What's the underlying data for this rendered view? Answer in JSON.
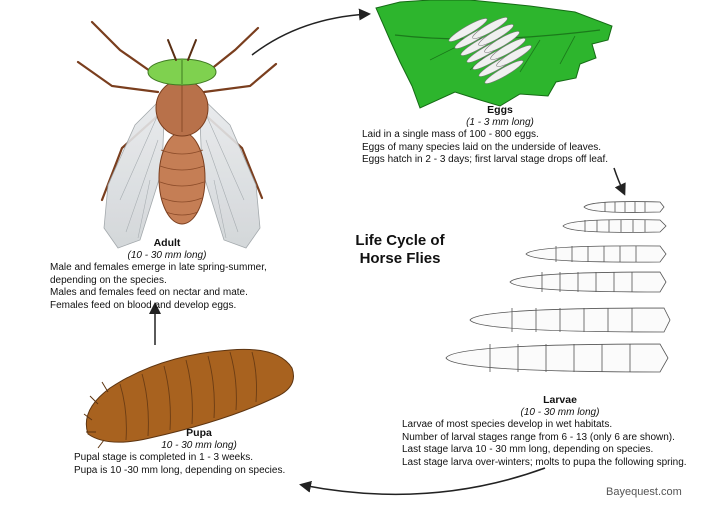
{
  "title": {
    "line1": "Life Cycle of",
    "line2": "Horse Flies"
  },
  "stages": {
    "adult": {
      "name": "Adult",
      "size": "(10 - 30 mm long)",
      "lines": [
        "Male and females emerge in late spring-summer,",
        "depending on the species.",
        "Males and females feed on nectar and mate.",
        "Females feed on blood and develop eggs."
      ]
    },
    "eggs": {
      "name": "Eggs",
      "size": "(1 - 3 mm long)",
      "lines": [
        "Laid in a single mass of 100 - 800 eggs.",
        "Eggs of many species laid on the underside of leaves.",
        "Eggs hatch in 2 - 3 days; first larval stage drops off leaf."
      ]
    },
    "larvae": {
      "name": "Larvae",
      "size": "(10 - 30 mm long)",
      "lines": [
        "Larvae of most species develop in wet habitats.",
        "Number of larval stages range from 6 - 13 (only 6 are shown).",
        "Last stage larva 10 - 30 mm long,  depending on species.",
        "Last stage larva over-winters; molts to pupa the following spring."
      ]
    },
    "pupa": {
      "name": "Pupa",
      "size": "10 - 30 mm long)",
      "lines": [
        "Pupal stage is completed in 1 - 3 weeks.",
        "Pupa is 10 -30 mm long, depending on species."
      ]
    }
  },
  "credit": "Bayequest.com",
  "colors": {
    "leaf": "#2db52d",
    "fly_body": "#b8714a",
    "fly_eyes": "#7fd14f",
    "pupa": "#a8621f",
    "arrow": "#222222"
  }
}
